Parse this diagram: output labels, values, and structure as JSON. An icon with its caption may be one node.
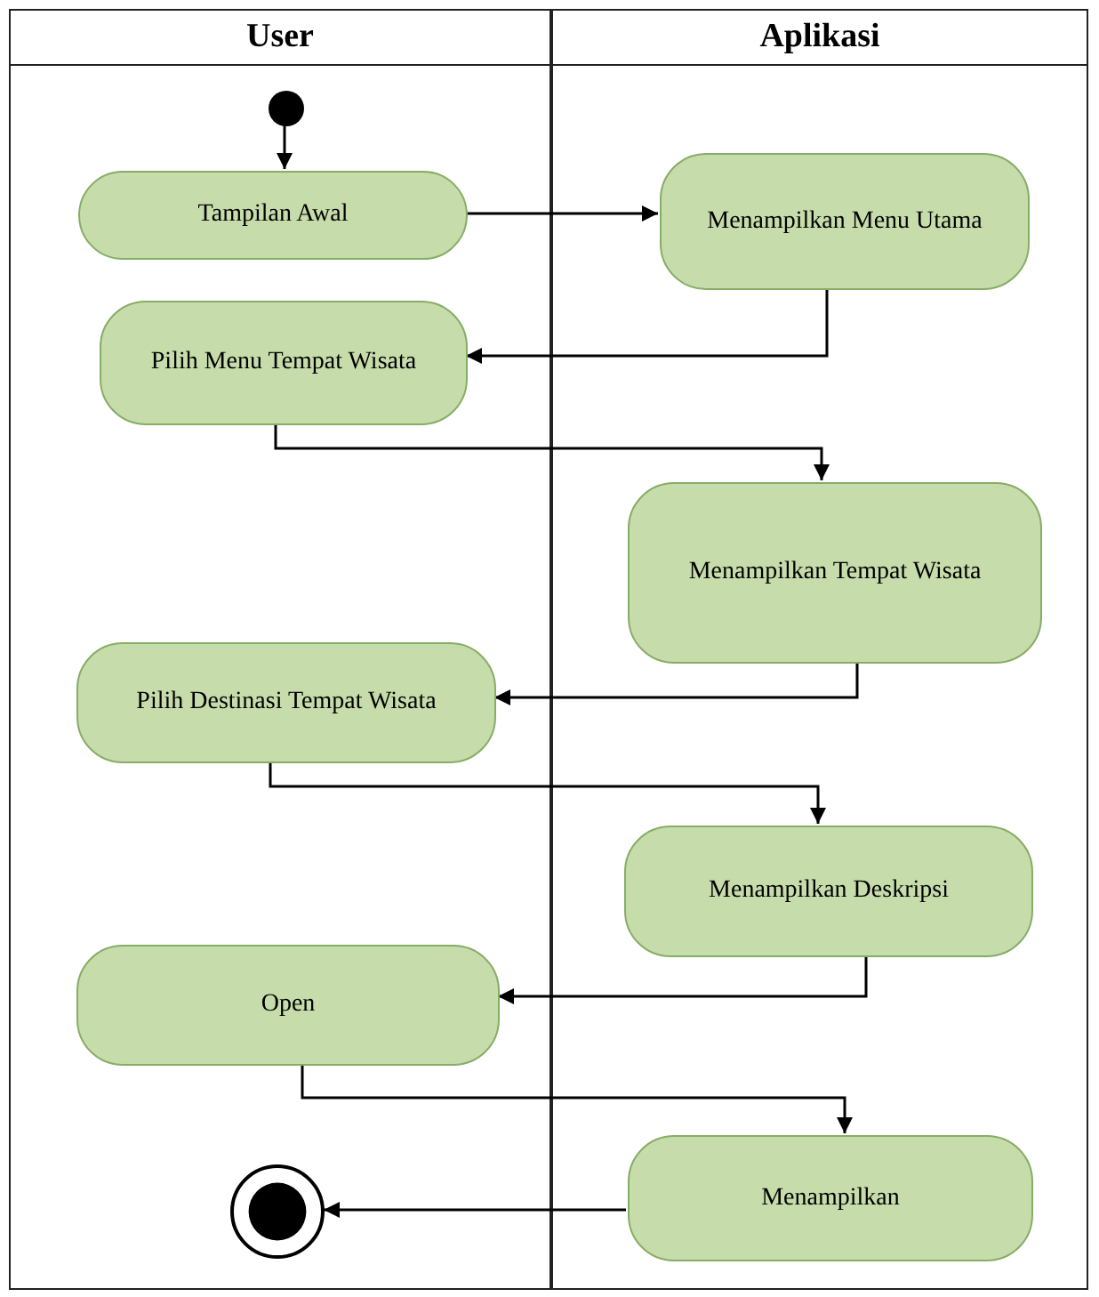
{
  "diagram": {
    "nodes": [
      {
        "text": [
          "User"
        ]
      },
      {
        "text": [
          "Aplikasi"
        ]
      },
      {
        "text": [],
        "shape": "circle",
        "in": 0
      },
      {
        "text": [
          "Tampilan Awal"
        ],
        "in": 0
      },
      {
        "text": [
          "Menampilkan Menu Utama"
        ],
        "in": 1
      },
      {
        "text": [
          "Pilih Menu Tempat Wisata"
        ],
        "in": 0
      },
      {
        "text": [
          "Menampilkan Tempat Wisata"
        ],
        "in": 1
      },
      {
        "text": [
          "Pilih Destinasi Tempat Wisata"
        ],
        "in": 0
      },
      {
        "text": [
          "Menampilkan Deskripsi"
        ],
        "in": 1
      },
      {
        "text": [
          "Open"
        ],
        "in": 0
      },
      {
        "text": [
          "Menampilkan"
        ],
        "in": 1
      },
      {
        "text": [],
        "shape": "circle",
        "in": 0
      }
    ],
    "edges": [
      {
        "from": 2,
        "to": 3,
        "arrow": "to"
      },
      {
        "from": 3,
        "to": 4,
        "arrow": "to"
      },
      {
        "from": 4,
        "to": 5,
        "arrow": "to"
      },
      {
        "from": 5,
        "to": 6,
        "arrow": "to"
      },
      {
        "from": 6,
        "to": 7,
        "arrow": "to"
      },
      {
        "from": 7,
        "to": 8,
        "arrow": "to"
      },
      {
        "from": 8,
        "to": 9,
        "arrow": "to"
      },
      {
        "from": 9,
        "to": 10,
        "arrow": "to"
      },
      {
        "from": 10,
        "to": 11,
        "arrow": "to"
      }
    ]
  }
}
